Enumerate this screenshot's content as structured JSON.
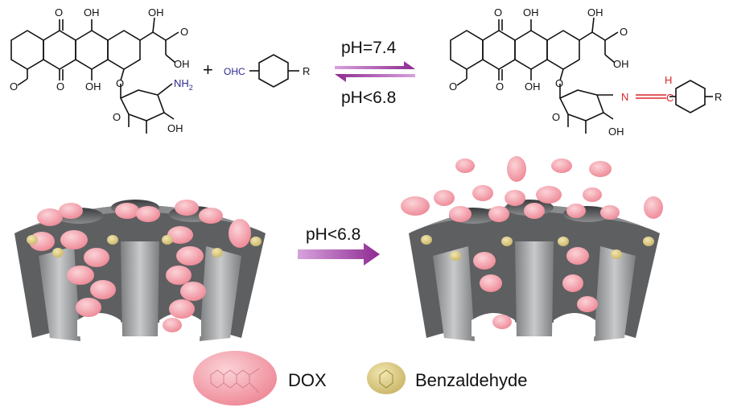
{
  "reaction": {
    "reactant_labels": {
      "oh_top_left": "OH",
      "oh_top_right": "OH",
      "o_ketone_top": "O",
      "o_ketone_side": "O",
      "oh_side": "OH",
      "o_ketone_bottom": "O",
      "oh_bottom": "OH",
      "o_methoxy": "O",
      "o_glycoside": "O",
      "o_ring": "O",
      "amine": "NH2",
      "oh_sugar": "OH"
    },
    "plus": "+",
    "aldehyde": {
      "cho": "OHC",
      "r": "R"
    },
    "forward_condition": "pH=7.4",
    "reverse_condition": "pH<6.8",
    "product_labels": {
      "oh_top_left": "OH",
      "oh_top_right": "OH",
      "o_ketone_top": "O",
      "o_ketone_side": "O",
      "oh_side": "OH",
      "o_ketone_bottom": "O",
      "oh_bottom": "OH",
      "o_methoxy": "O",
      "o_glycoside": "O",
      "o_ring": "O",
      "imine_n": "N",
      "imine_h": "H",
      "imine_c": "C",
      "r": "R",
      "oh_sugar": "OH"
    }
  },
  "release": {
    "condition": "pH<6.8"
  },
  "legend": {
    "items": [
      {
        "label": "DOX",
        "color": "#f29aa6"
      },
      {
        "label": "Benzaldehyde",
        "color": "#d8c77a"
      }
    ]
  },
  "colors": {
    "carrier": "#6f7072",
    "carrier_light": "#b9babc",
    "arrow": "#a53aa8",
    "amine": "#2b2a8f",
    "imine": "#d8262b"
  }
}
